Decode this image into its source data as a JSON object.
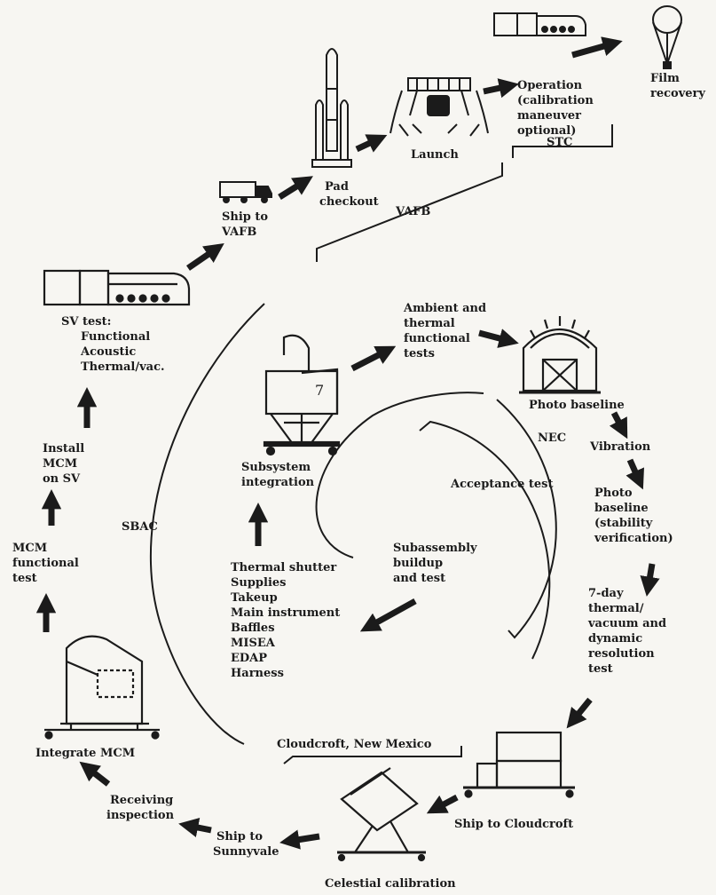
{
  "steps": {
    "film_recovery": [
      "Film",
      "recovery"
    ],
    "operation": [
      "Operation",
      "(calibration",
      "maneuver",
      "optional)"
    ],
    "launch": "Launch",
    "pad_checkout": [
      "Pad",
      "checkout"
    ],
    "ship_vafb": [
      "Ship to",
      "VAFB"
    ],
    "sv_test": [
      "SV test:",
      "Functional",
      "Acoustic",
      "Thermal/vac."
    ],
    "install_mcm": [
      "Install",
      "MCM",
      "on SV"
    ],
    "mcm_functional": [
      "MCM",
      "functional",
      "test"
    ],
    "integrate_mcm": "Integrate MCM",
    "receiving": [
      "Receiving",
      "inspection"
    ],
    "ship_sunnyvale": [
      "Ship to",
      "Sunnyvale"
    ],
    "celestial": "Celestial calibration",
    "ship_cloudcroft": "Ship to Cloudcroft",
    "cloudcroft_nm": "Cloudcroft, New Mexico",
    "thermal_vac_test": [
      "7-day",
      "thermal/",
      "vacuum and",
      "dynamic",
      "resolution",
      "test"
    ],
    "photo_baseline_stab": [
      "Photo",
      "baseline",
      "(stability",
      "verification)"
    ],
    "vibration": "Vibration",
    "photo_baseline": "Photo baseline",
    "ambient_thermal": [
      "Ambient and",
      "thermal",
      "functional",
      "tests"
    ],
    "subsystem_integration": [
      "Subsystem",
      "integration"
    ],
    "subassembly": [
      "Subassembly",
      "buildup",
      "and test"
    ],
    "acceptance_test": "Acceptance test",
    "components": [
      "Thermal shutter",
      "Supplies",
      "Takeup",
      "Main instrument",
      "Baffles",
      "MISEA",
      "EDAP",
      "Harness"
    ]
  },
  "zones": {
    "stc": "STC",
    "vafb": "VAFB",
    "sbac": "SBAC",
    "nec": "NEC"
  },
  "colors": {
    "ink": "#1b1b1b",
    "paper": "#f7f6f2"
  }
}
